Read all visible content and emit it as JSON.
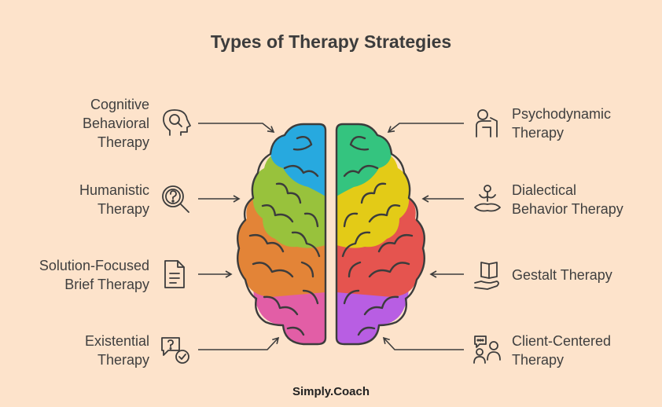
{
  "title": "Types of Therapy Strategies",
  "footer": "Simply.Coach",
  "colors": {
    "background": "#fde3cb",
    "blue": "#27a9df",
    "teal": "#34c47f",
    "lime": "#98c23c",
    "yellow": "#e3cb17",
    "orange": "#e38437",
    "red": "#e5544f",
    "pink": "#e25ea6",
    "purple": "#b85ee3"
  },
  "left_items": [
    {
      "lines": [
        "Cognitive",
        "Behavioral",
        "Therapy"
      ],
      "icon": "head-search-icon"
    },
    {
      "lines": [
        "Humanistic",
        "Therapy"
      ],
      "icon": "search-question-icon"
    },
    {
      "lines": [
        "Solution-Focused",
        "Brief Therapy"
      ],
      "icon": "document-icon"
    },
    {
      "lines": [
        "Existential",
        "Therapy"
      ],
      "icon": "chat-question-check-icon"
    }
  ],
  "right_items": [
    {
      "lines": [
        "Psychodynamic",
        "Therapy"
      ],
      "icon": "therapist-couch-icon"
    },
    {
      "lines": [
        "Dialectical",
        "Behavior Therapy"
      ],
      "icon": "meditation-icon"
    },
    {
      "lines": [
        "Gestalt Therapy"
      ],
      "icon": "hand-book-icon"
    },
    {
      "lines": [
        "Client-Centered",
        "Therapy"
      ],
      "icon": "people-chat-icon"
    }
  ]
}
